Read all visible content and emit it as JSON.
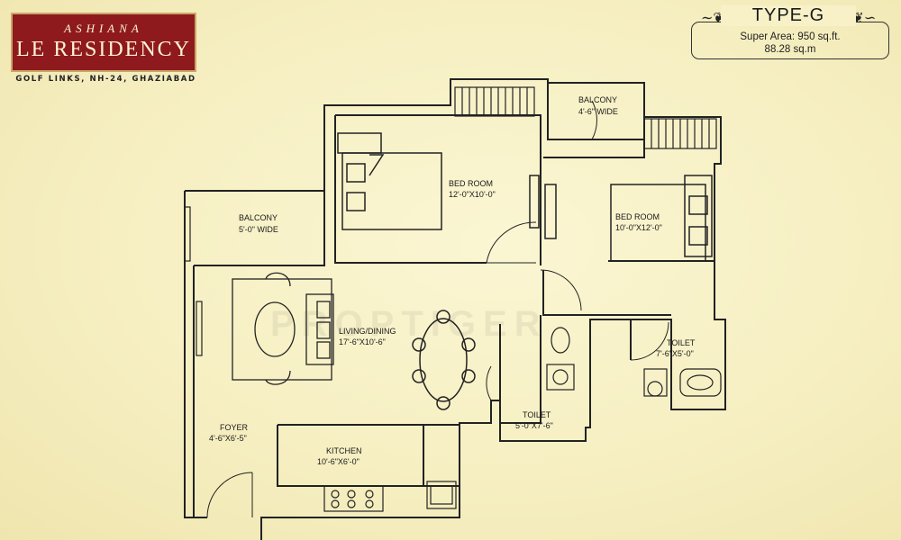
{
  "brand": {
    "line1": "ASHIANA",
    "line2": "LE RESIDENCY",
    "tagline": "GOLF LINKS, NH-24, GHAZIABAD"
  },
  "unit": {
    "type": "TYPE-G",
    "super_area_sqft": "Super Area: 950 sq.ft.",
    "super_area_sqm": "88.28 sq.m"
  },
  "watermark": "PROPTIGER",
  "rooms": {
    "bedroom1": {
      "name": "BED ROOM",
      "size": "12'-0\"X10'-0\""
    },
    "bedroom2": {
      "name": "BED ROOM",
      "size": "10'-0\"X12'-0\""
    },
    "balcony1": {
      "name": "BALCONY",
      "size": "5'-0\" WIDE"
    },
    "balcony2": {
      "name": "BALCONY",
      "size": "4'-6\" WIDE"
    },
    "living": {
      "name": "LIVING/DINING",
      "size": "17'-6\"X10'-6\""
    },
    "toilet1": {
      "name": "TOILET",
      "size": "5'-0\"X7'-6\""
    },
    "toilet2": {
      "name": "TOILET",
      "size": "7'-6\"X5'-0\""
    },
    "foyer": {
      "name": "FOYER",
      "size": "4'-6\"X6'-5\""
    },
    "kitchen": {
      "name": "KITCHEN",
      "size": "10'-6\"X6'-0\""
    }
  }
}
